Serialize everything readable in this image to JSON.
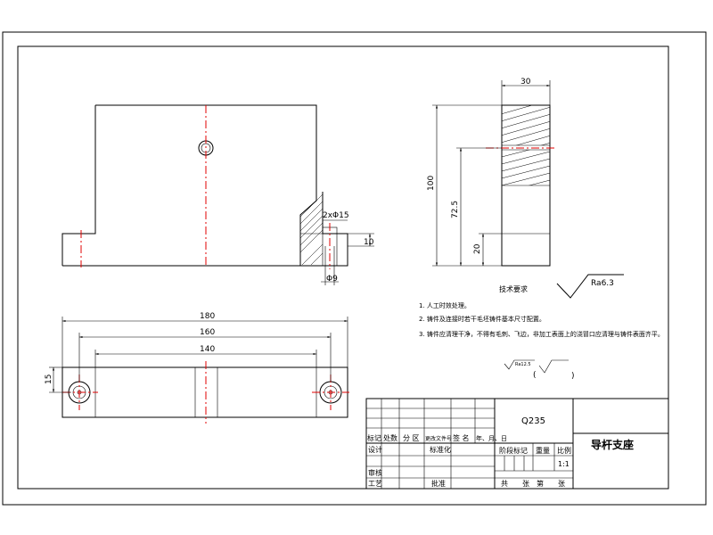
{
  "dimensions": {
    "width_30": "30",
    "height_100": "100",
    "height_72_5": "72.5",
    "height_20": "20",
    "hole_2xphi15": "2xΦ15",
    "depth_10": "10",
    "width_phi9": "Φ9",
    "length_180": "180",
    "length_160": "160",
    "length_140": "140",
    "width_15": "15"
  },
  "roughness": {
    "main": "Ra6.3",
    "small": "Ra12.5"
  },
  "tech_requirements": {
    "title": "技术要求",
    "items": [
      "1. 人工时效处理。",
      "2. 铸件及连接时若干毛坯铸件基本尺寸配置。",
      "3. 铸件应清理干净，不得有毛刺、飞边，非加工表面上的浇冒口应清理与铸件表面齐平。"
    ]
  },
  "title_block": {
    "material": "Q235",
    "part_name": "导杆支座",
    "scale_value": "1:1",
    "headers_row": [
      "标记",
      "处数",
      "分 区",
      "更改文件号",
      "签 名",
      "年、月、日"
    ],
    "design": "设计",
    "standardize": "标准化",
    "review": "审核",
    "process": "工艺",
    "approve": "批准",
    "stage_mark": "阶段标记",
    "weight": "重量",
    "scale": "比例",
    "sheets": "共　　张　第　　张"
  }
}
